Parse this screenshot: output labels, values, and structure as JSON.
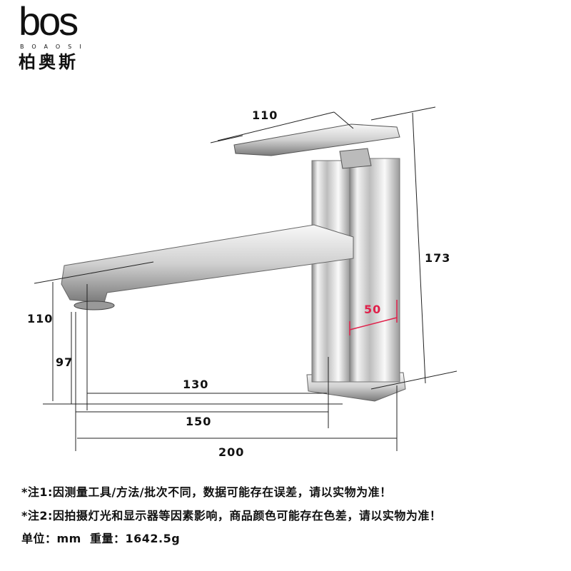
{
  "logo": {
    "main": "bos",
    "sub": "BOAOSI",
    "cn": "柏奥斯"
  },
  "dimensions": {
    "handle_length": "110",
    "total_height": "173",
    "body_width": "50",
    "spout_height": "110",
    "outlet_height": "97",
    "reach_inner": "130",
    "reach_mid": "150",
    "total_length": "200"
  },
  "colors": {
    "accent": "#e0204a"
  },
  "notes": [
    "*注1:因测量工具/方法/批次不同，数据可能存在误差，请以实物为准！",
    "*注2:因拍摄灯光和显示器等因素影响，商品颜色可能存在色差，请以实物为准！"
  ],
  "specs": "单位：mm  重量：1642.5g"
}
